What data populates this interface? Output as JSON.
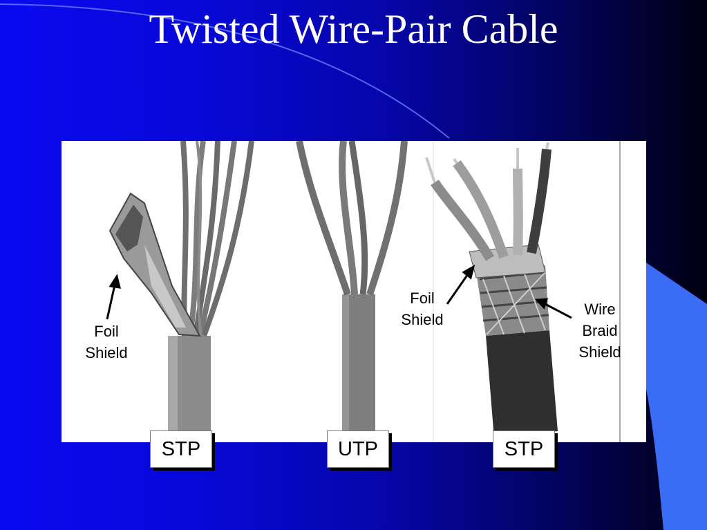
{
  "slide": {
    "title": "Twisted Wire-Pair Cable"
  },
  "callouts": {
    "left_foil": {
      "line1": "Foil",
      "line2": "Shield"
    },
    "right_foil": {
      "line1": "Foil",
      "line2": "Shield"
    },
    "wire_braid": {
      "line1": "Wire",
      "line2": "Braid",
      "line3": "Shield"
    }
  },
  "labels": {
    "stp_left": "STP",
    "utp": "UTP",
    "stp_right": "STP"
  },
  "colors": {
    "background_left": "#0a0af2",
    "background_right": "#000012",
    "accent_shape": "#3a6cf5",
    "title": "#ffffff",
    "photo_background": "#ffffff"
  },
  "icons": {
    "cable_photos": [
      "stp-foil-cable-icon",
      "utp-cable-icon",
      "stp-braid-cable-icon"
    ],
    "arrows": "arrow-icon"
  }
}
